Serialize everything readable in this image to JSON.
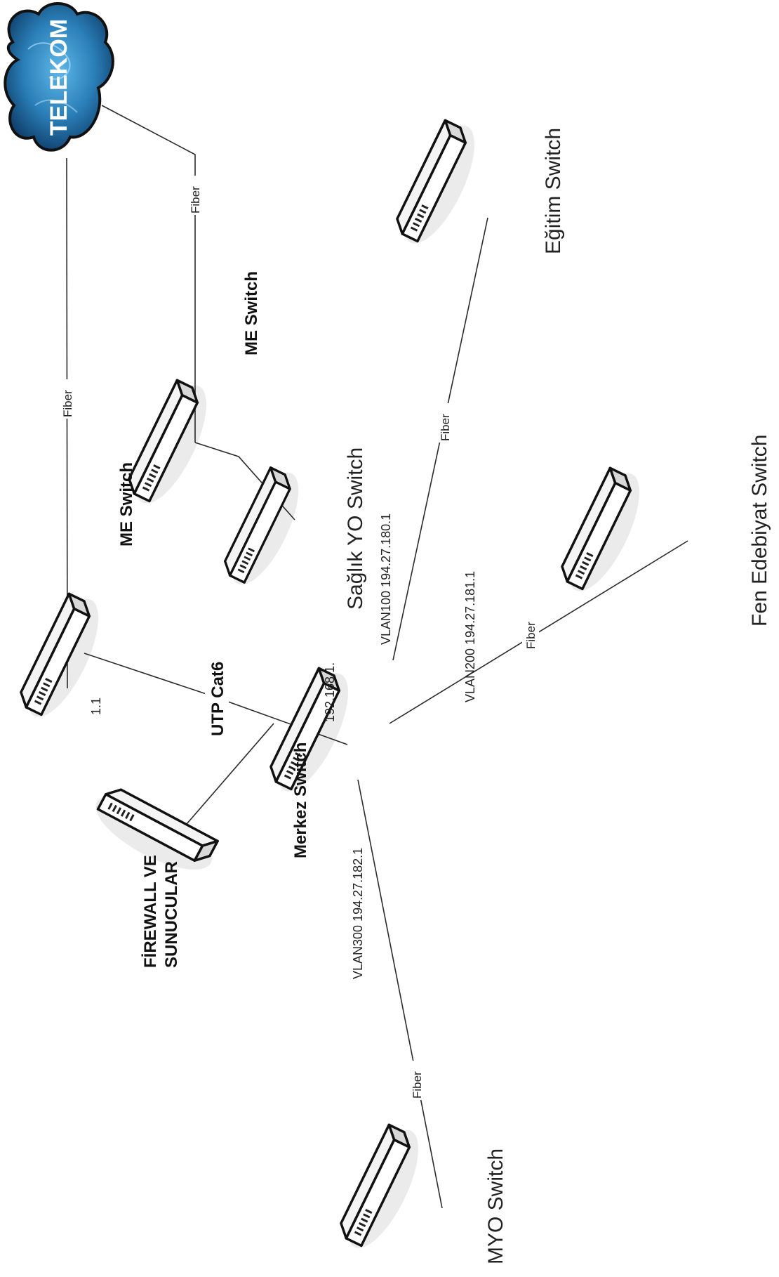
{
  "cloud": {
    "label": "TELEKOM"
  },
  "edge_labels": {
    "telekom_me_left": "Fiber",
    "telekom_me_upper": "Fiber",
    "merkez_egitim": "Fiber",
    "merkez_fen": "Fiber",
    "merkez_myo": "Fiber",
    "utp": "UTP Cat6"
  },
  "nodes": {
    "me_switch_left": "ME  Switch",
    "me_switch_upper": "ME  Switch",
    "saglik_switch": "Sağlık YO Switch",
    "egitim_switch": "Eğitim Switch",
    "fen_switch": "Fen Edebiyat Switch",
    "merkez_switch": "Merkez  Switch",
    "myo_switch": "MYO Switch",
    "firewall_line1": "FİREWALL VE",
    "firewall_line2": "SUNUCULAR"
  },
  "addresses": {
    "ip_part1": "192.168.1.",
    "ip_part2": "1.1",
    "vlan100": "VLAN100 194.27.180.1",
    "vlan200": "VLAN200 194.27.181.1",
    "vlan300": "VLAN300 194.27.182.1"
  }
}
